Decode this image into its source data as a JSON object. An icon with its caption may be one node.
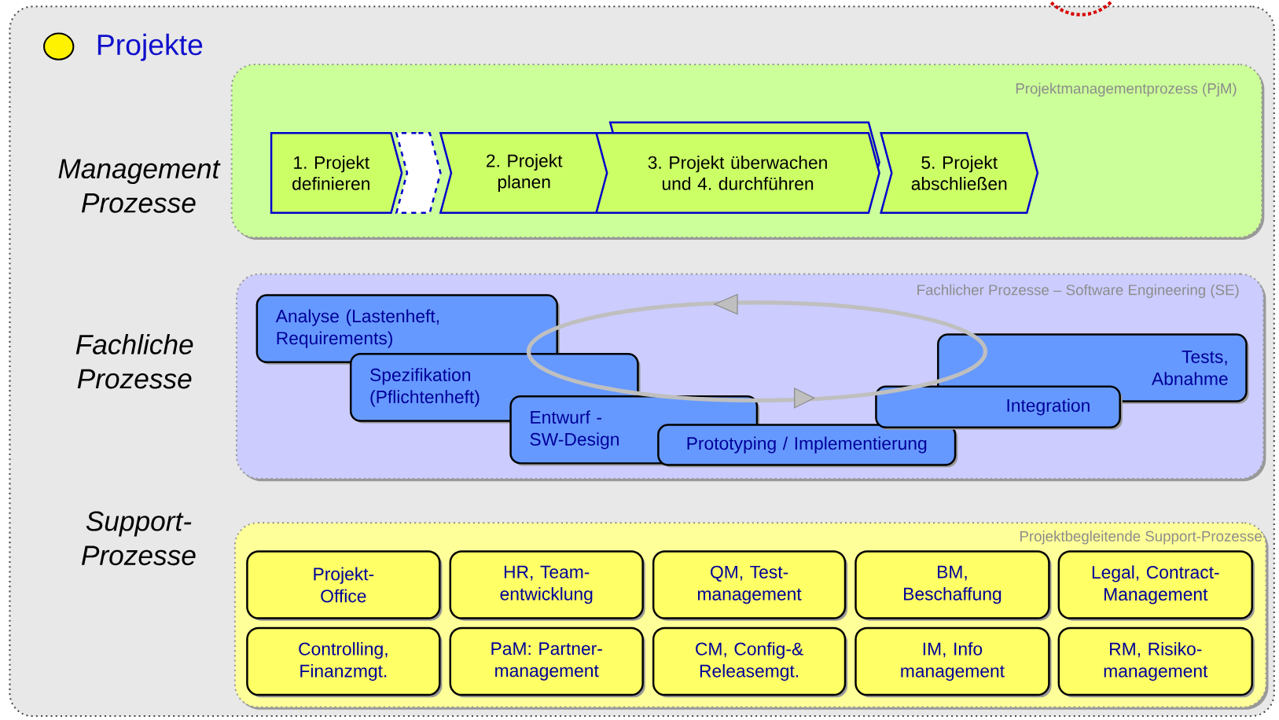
{
  "diagram": {
    "nodes": [
      {
        "text": [
          "Projekte"
        ]
      },
      {
        "text": [
          "Projektmanagementprozess (PjM)"
        ],
        "in": 0
      },
      {
        "text": [
          "1. Projekt definieren"
        ],
        "in": 1
      },
      {
        "text": [],
        "shape": "chevron",
        "in": 1
      },
      {
        "text": [
          "2. Projekt planen"
        ],
        "in": 1
      },
      {
        "text": [
          "3. Projekt überwachen und 4. durchführen"
        ],
        "in": 1
      },
      {
        "text": [
          "5. Projekt abschließen"
        ],
        "in": 1
      },
      {
        "text": [
          "Fachlicher Prozesse – Software Engineering (SE)"
        ],
        "in": 0
      },
      {
        "text": [
          "Analyse (Lastenheft, Requirements)"
        ],
        "in": 7
      },
      {
        "text": [
          "Spezifikation (Pflichtenheft)"
        ],
        "in": 7
      },
      {
        "text": [
          "Entwurf - SW-Design"
        ],
        "in": 7
      },
      {
        "text": [
          "Prototyping / Implementierung"
        ],
        "in": 7
      },
      {
        "text": [
          "Tests, Abnahme"
        ],
        "in": 7
      },
      {
        "text": [
          "Integration"
        ],
        "in": 7
      },
      {
        "text": [
          "Projektbegleitende Support-Prozesse"
        ],
        "in": 0
      },
      {
        "text": [
          "Projekt- Office"
        ],
        "in": 14
      },
      {
        "text": [
          "HR, Team- entwicklung"
        ],
        "in": 14
      },
      {
        "text": [
          "QM, Test- management"
        ],
        "in": 14
      },
      {
        "text": [
          "BM, Beschaffung"
        ],
        "in": 14
      },
      {
        "text": [
          "Legal, Contract- Management"
        ],
        "in": 14
      },
      {
        "text": [
          "Controlling, Finanzmgt."
        ],
        "in": 14
      },
      {
        "text": [
          "PaM: Partner- management"
        ],
        "in": 14
      },
      {
        "text": [
          "CM, Config-& Releasemgt."
        ],
        "in": 14
      },
      {
        "text": [
          "IM, Info management"
        ],
        "in": 14
      },
      {
        "text": [
          "RM, Risiko- management"
        ],
        "in": 14
      }
    ],
    "labels": [
      "Management Prozesse",
      "Fachliche Prozesse",
      "Support- Prozesse"
    ]
  }
}
